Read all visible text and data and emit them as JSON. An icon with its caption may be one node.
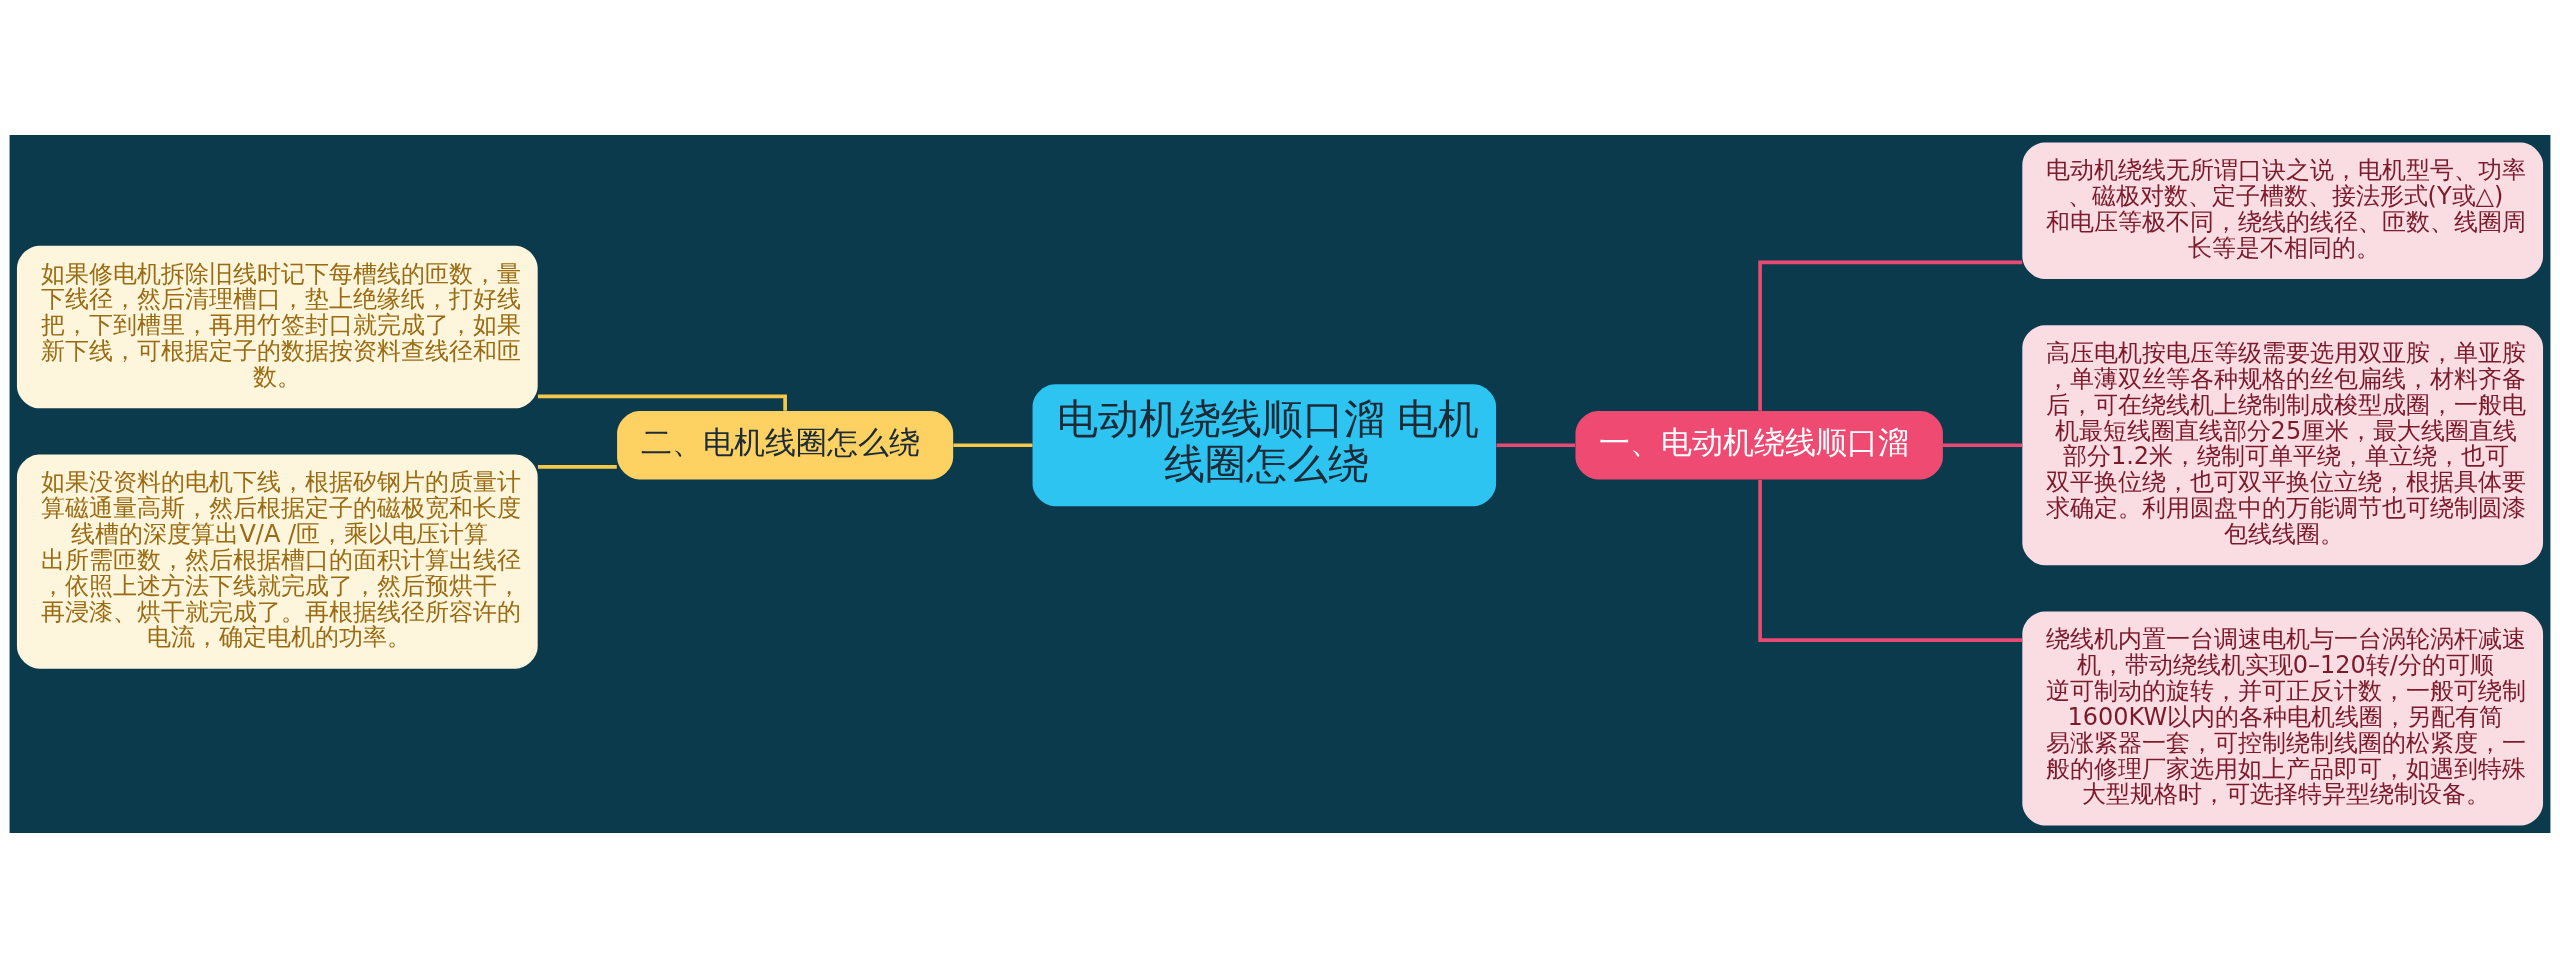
{
  "diagram": {
    "nodes": [
      {
        "text": [
          "电动机绕线顺口溜 电机线圈怎么绕"
        ]
      },
      {
        "text": [
          "一、电动机绕线顺口溜"
        ]
      },
      {
        "text": [
          "电动机绕线无所谓口诀之说，电机型号、功率、磁极对数、定子槽数、接法形式(Y或△)和电压等极不同，绕线的线径、匝数、线圈周长等是不相同的。"
        ]
      },
      {
        "text": [
          "高压电机按电压等级需要选用双亚胺，单亚胺，单薄双丝等各种规格的丝包扁线，材料齐备后，可在绕线机上绕制制成梭型成圈，一般电机最短线圈直线部分25厘米，最大线圈直线部分1.2米，绕制可单平绕，单立绕，也可双平换位绕，也可双平换位立绕，根据具体要求确定。利用圆盘中的万能调节也可绕制圆漆包线线圈。"
        ]
      },
      {
        "text": [
          "绕线机内置一台调速电机与一台涡轮涡杆减速机，带动绕线机实现0–120转/分的可顺逆可制动的旋转，并可正反计数，一般可绕制1600KW以内的各种电机线圈，另配有简易涨紧器一套，可控制绕制线圈的松紧度，一般的修理厂家选用如上产品即可，如遇到特殊大型规格时，可选择特异型绕制设备。"
        ]
      },
      {
        "text": [
          "二、电机线圈怎么绕"
        ]
      },
      {
        "text": [
          "如果修电机拆除旧线时记下每槽线的匝数，量下线径，然后清理槽口，垫上绝缘纸，打好线把，下到槽里，再用竹签封口就完成了，如果新下线，可根据定子的数据按资料查线径和匝数。"
        ]
      },
      {
        "text": [
          "如果没资料的电机下线，根据矽钢片的质量计算磁通量高斯，然后根据定子的磁极宽和长度线槽的深度算出V/A /匝，乘以电压计算出所需匝数，然后根据槽口的面积计算出线径，依照上述方法下线就完成了，然后预烘干，再浸漆、烘干就完成了。再根据线径所容许的电流，确定电机的功率。"
        ]
      }
    ],
    "edges": [
      {
        "from": 0,
        "to": 1,
        "arrow": "none"
      },
      {
        "from": 1,
        "to": 2,
        "arrow": "none"
      },
      {
        "from": 1,
        "to": 3,
        "arrow": "none"
      },
      {
        "from": 1,
        "to": 4,
        "arrow": "none"
      },
      {
        "from": 0,
        "to": 5,
        "arrow": "none",
        "color": "#f5c84a"
      },
      {
        "from": 5,
        "to": 6,
        "arrow": "none",
        "color": "#f5c84a"
      },
      {
        "from": 5,
        "to": 7,
        "arrow": "none",
        "color": "#f5c84a"
      }
    ]
  }
}
